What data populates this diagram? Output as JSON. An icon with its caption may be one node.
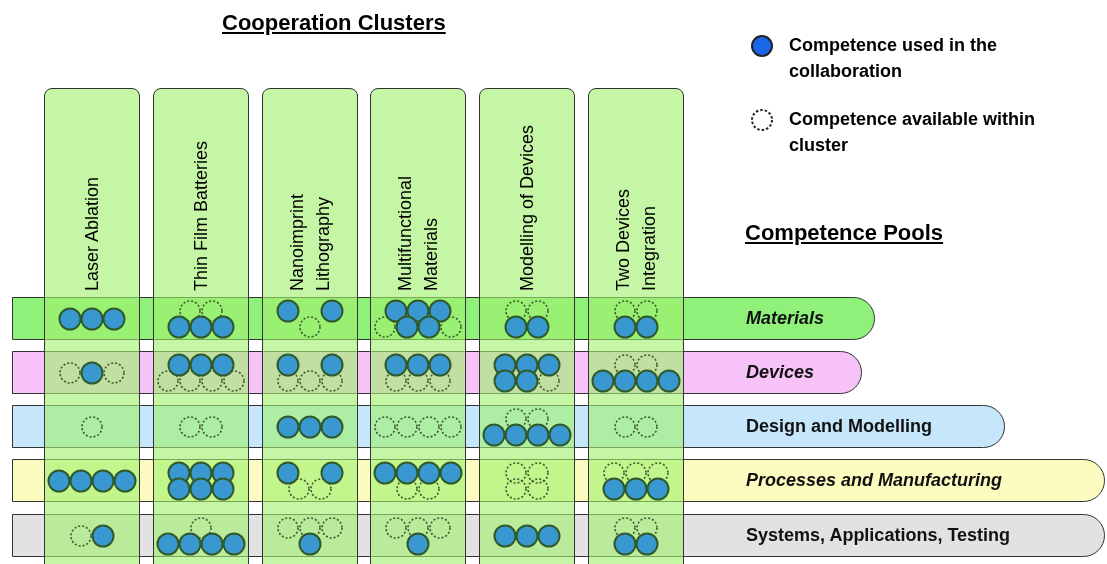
{
  "diagram": {
    "nodes": [
      {
        "text": [
          "Laser Ablation"
        ]
      },
      {
        "text": [
          "Thin Film Batteries"
        ]
      },
      {
        "text": [
          "Nanoimprint Lithography"
        ]
      },
      {
        "text": [
          "Multifunctional Materials"
        ]
      },
      {
        "text": [
          "Modelling of Devices"
        ]
      },
      {
        "text": [
          "Two Devices Integration"
        ]
      },
      {
        "text": [
          "Materials"
        ]
      },
      {
        "text": [
          "Devices"
        ]
      },
      {
        "text": [
          "Design and Modelling"
        ]
      },
      {
        "text": [
          "Processes and Manufacturing"
        ]
      },
      {
        "text": [
          "Systems, Applications, Testing"
        ]
      }
    ],
    "edges": [],
    "labels": [
      "Cooperation Clusters",
      "Competence Pools"
    ],
    "legend": [
      {
        "text": "Competence used in the collaboration",
        "color": "#1a66e8"
      },
      {
        "text": "Competence available within cluster"
      }
    ]
  }
}
